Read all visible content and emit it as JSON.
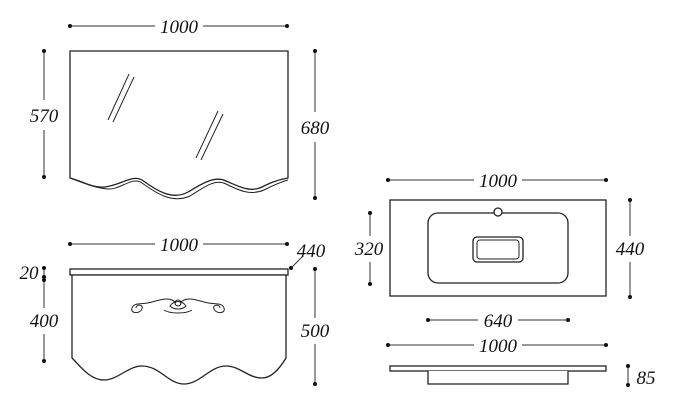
{
  "mirror": {
    "width_label": "1000",
    "height_label": "570",
    "total_height_label": "680"
  },
  "cabinet": {
    "width_label": "1000",
    "depth_label": "440",
    "top_thickness_label": "20",
    "body_height_label": "400",
    "total_height_label": "500"
  },
  "sink_top": {
    "width_label": "1000",
    "depth_label": "440",
    "basin_depth_label": "320",
    "basin_width_label": "640"
  },
  "sink_side": {
    "width_label": "1000",
    "height_label": "85"
  },
  "colors": {
    "line": "#222222",
    "background": "#ffffff"
  }
}
